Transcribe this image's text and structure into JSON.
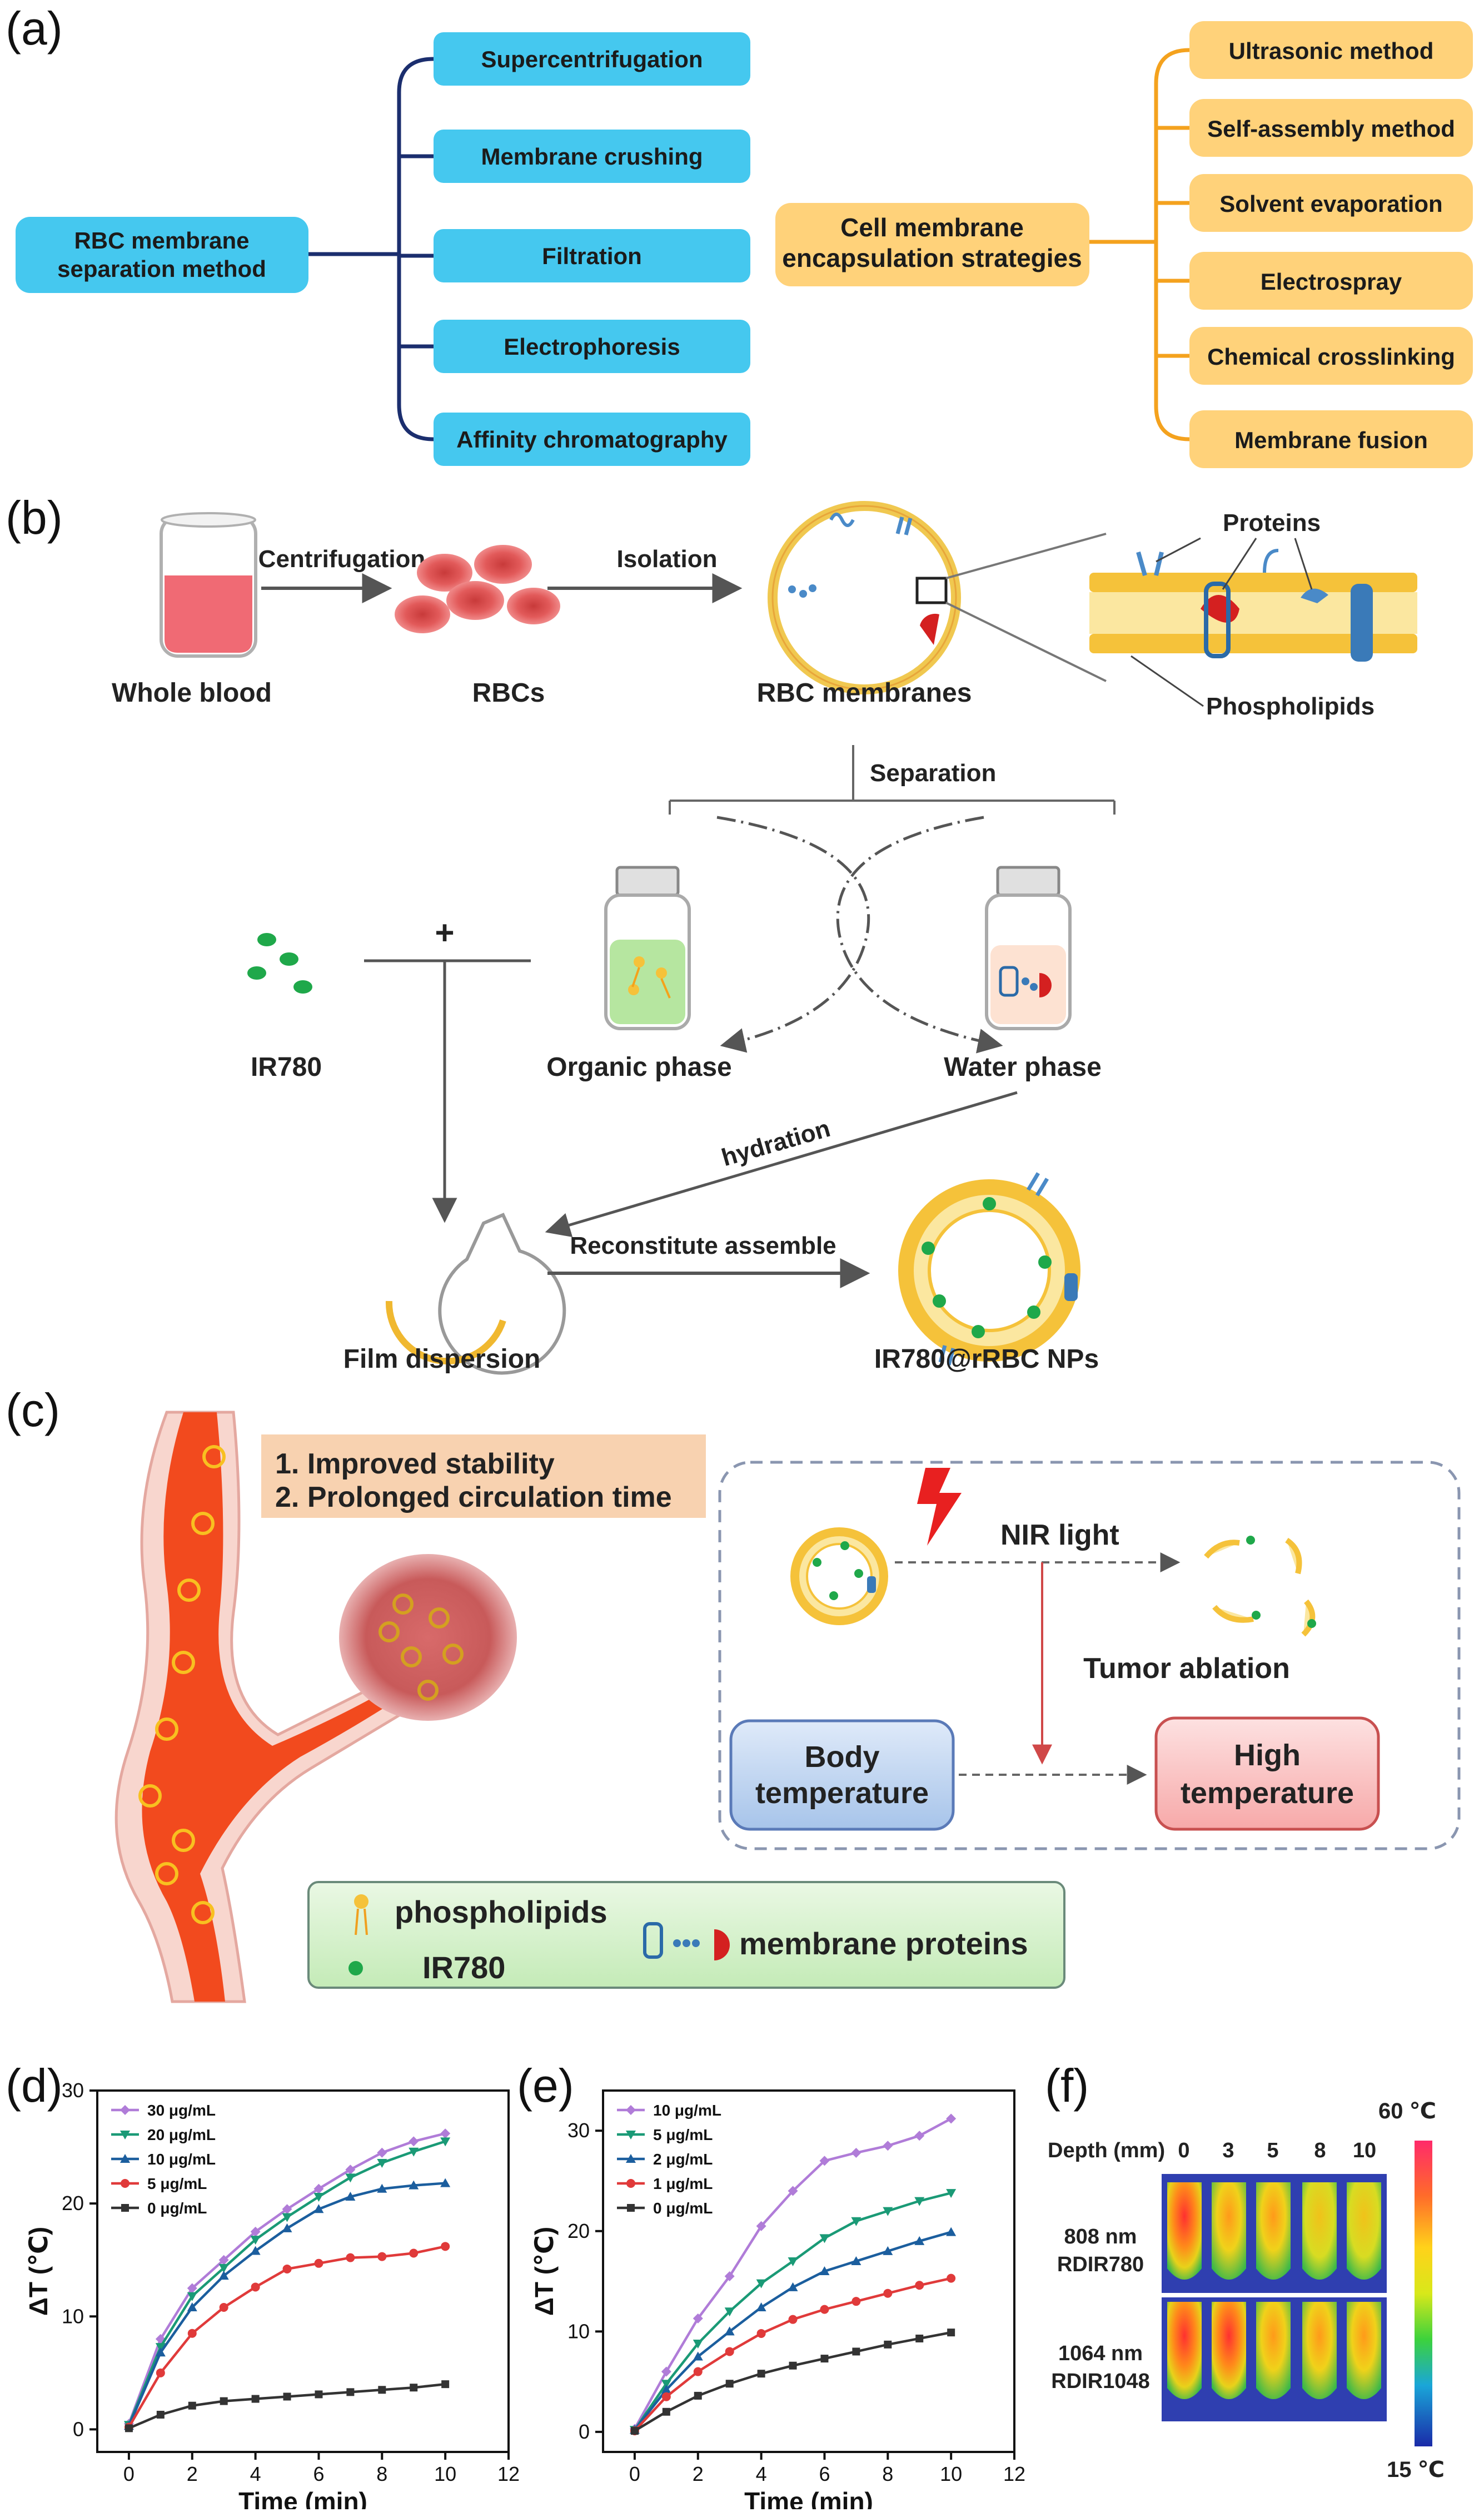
{
  "panel_labels": [
    "(a)",
    "(b)",
    "(c)",
    "(d)",
    "(e)",
    "(f)"
  ],
  "panel_a": {
    "left_root": [
      "RBC membrane",
      "separation method"
    ],
    "left_items": [
      "Supercentrifugation",
      "Membrane crushing",
      "Filtration",
      "Electrophoresis",
      "Affinity chromatography"
    ],
    "right_root": [
      "Cell membrane",
      "encapsulation strategies"
    ],
    "right_items": [
      "Ultrasonic method",
      "Self-assembly method",
      "Solvent evaporation",
      "Electrospray",
      "Chemical crosslinking",
      "Membrane fusion"
    ],
    "colors": {
      "left_box": "#45c8ef",
      "right_box": "#ffd27a",
      "left_line": "#1b2e6e",
      "right_line": "#f4a21e"
    }
  },
  "panel_b": {
    "whole_blood": "Whole blood",
    "centrifugation": "Centrifugation",
    "rbcs": "RBCs",
    "isolation": "Isolation",
    "rbc_membranes": "RBC membranes",
    "proteins": "Proteins",
    "phospholipids": "Phospholipids",
    "separation": "Separation",
    "plus": "+",
    "ir780": "IR780",
    "organic_phase": "Organic phase",
    "water_phase": "Water phase",
    "hydration": "hydration",
    "reconstitute": "Reconstitute assemble",
    "film_dispersion": "Film dispersion",
    "nps": "IR780@rRBC NPs"
  },
  "panel_c": {
    "benefits": [
      "1.  Improved stability",
      "2.  Prolonged circulation time"
    ],
    "nir_light": "NIR light",
    "tumor_ablation": "Tumor ablation",
    "body_temp": [
      "Body",
      "temperature"
    ],
    "high_temp": [
      "High",
      "temperature"
    ],
    "legend_phospholipids": "phospholipids",
    "legend_ir780": "IR780",
    "legend_membrane_proteins": "membrane proteins"
  },
  "panel_f": {
    "depth_label": "Depth (mm)",
    "depths": [
      "0",
      "3",
      "5",
      "8",
      "10"
    ],
    "row1": [
      "808 nm",
      "RDIR780"
    ],
    "row2": [
      "1064 nm",
      "RDIR1048"
    ],
    "scale_max": "60 ℃",
    "scale_min": "15 ℃"
  },
  "chart_data": [
    {
      "type": "line",
      "panel": "(d)",
      "xlabel": "Time (min)",
      "ylabel": "ΔT (℃)",
      "xlim": [
        -1,
        12
      ],
      "ylim": [
        -2,
        30
      ],
      "xticks": [
        0,
        2,
        4,
        6,
        8,
        10,
        12
      ],
      "yticks": [
        0,
        10,
        20,
        30
      ],
      "legend": "top-left",
      "x": [
        0,
        1,
        2,
        3,
        4,
        5,
        6,
        7,
        8,
        9,
        10
      ],
      "series": [
        {
          "name": "30 μg/mL",
          "color": "#b07cd8",
          "values": [
            0.5,
            8.0,
            12.5,
            15.0,
            17.5,
            19.5,
            21.3,
            23.0,
            24.5,
            25.5,
            26.2
          ]
        },
        {
          "name": "20 μg/mL",
          "color": "#1a9a76",
          "values": [
            0.4,
            7.3,
            11.8,
            14.3,
            16.8,
            18.8,
            20.6,
            22.3,
            23.6,
            24.6,
            25.5
          ]
        },
        {
          "name": "10 μg/mL",
          "color": "#1b5e9e",
          "values": [
            0.3,
            6.8,
            10.8,
            13.6,
            15.8,
            17.8,
            19.5,
            20.6,
            21.3,
            21.6,
            21.8
          ]
        },
        {
          "name": "5 μg/mL",
          "color": "#e03a3a",
          "values": [
            0.2,
            5.0,
            8.5,
            10.8,
            12.6,
            14.2,
            14.7,
            15.2,
            15.3,
            15.6,
            16.2
          ]
        },
        {
          "name": "0 μg/mL",
          "color": "#333333",
          "values": [
            0.1,
            1.3,
            2.1,
            2.5,
            2.7,
            2.9,
            3.1,
            3.3,
            3.5,
            3.7,
            4.0
          ]
        }
      ]
    },
    {
      "type": "line",
      "panel": "(e)",
      "xlabel": "Time (min)",
      "ylabel": "ΔT (℃)",
      "xlim": [
        -1,
        12
      ],
      "ylim": [
        -2,
        34
      ],
      "xticks": [
        0,
        2,
        4,
        6,
        8,
        10,
        12
      ],
      "yticks": [
        0,
        10,
        20,
        30
      ],
      "legend": "top-left",
      "x": [
        0,
        1,
        2,
        3,
        4,
        5,
        6,
        7,
        8,
        9,
        10
      ],
      "series": [
        {
          "name": "10 μg/mL",
          "color": "#b07cd8",
          "values": [
            0.3,
            6.0,
            11.3,
            15.5,
            20.5,
            24.0,
            27.0,
            27.8,
            28.5,
            29.5,
            31.2
          ]
        },
        {
          "name": "5 μg/mL",
          "color": "#1a9a76",
          "values": [
            0.2,
            4.8,
            8.8,
            12.0,
            14.8,
            17.0,
            19.3,
            21.0,
            22.0,
            23.0,
            23.8
          ]
        },
        {
          "name": "2 μg/mL",
          "color": "#1b5e9e",
          "values": [
            0.2,
            4.2,
            7.5,
            10.0,
            12.4,
            14.4,
            16.0,
            17.0,
            18.0,
            19.0,
            19.9
          ]
        },
        {
          "name": "1 μg/mL",
          "color": "#e03a3a",
          "values": [
            0.1,
            3.5,
            6.0,
            8.0,
            9.8,
            11.2,
            12.2,
            13.0,
            13.8,
            14.6,
            15.3
          ]
        },
        {
          "name": "0 μg/mL",
          "color": "#333333",
          "values": [
            0.1,
            2.0,
            3.6,
            4.8,
            5.8,
            6.6,
            7.3,
            8.0,
            8.7,
            9.3,
            9.9
          ]
        }
      ]
    }
  ]
}
